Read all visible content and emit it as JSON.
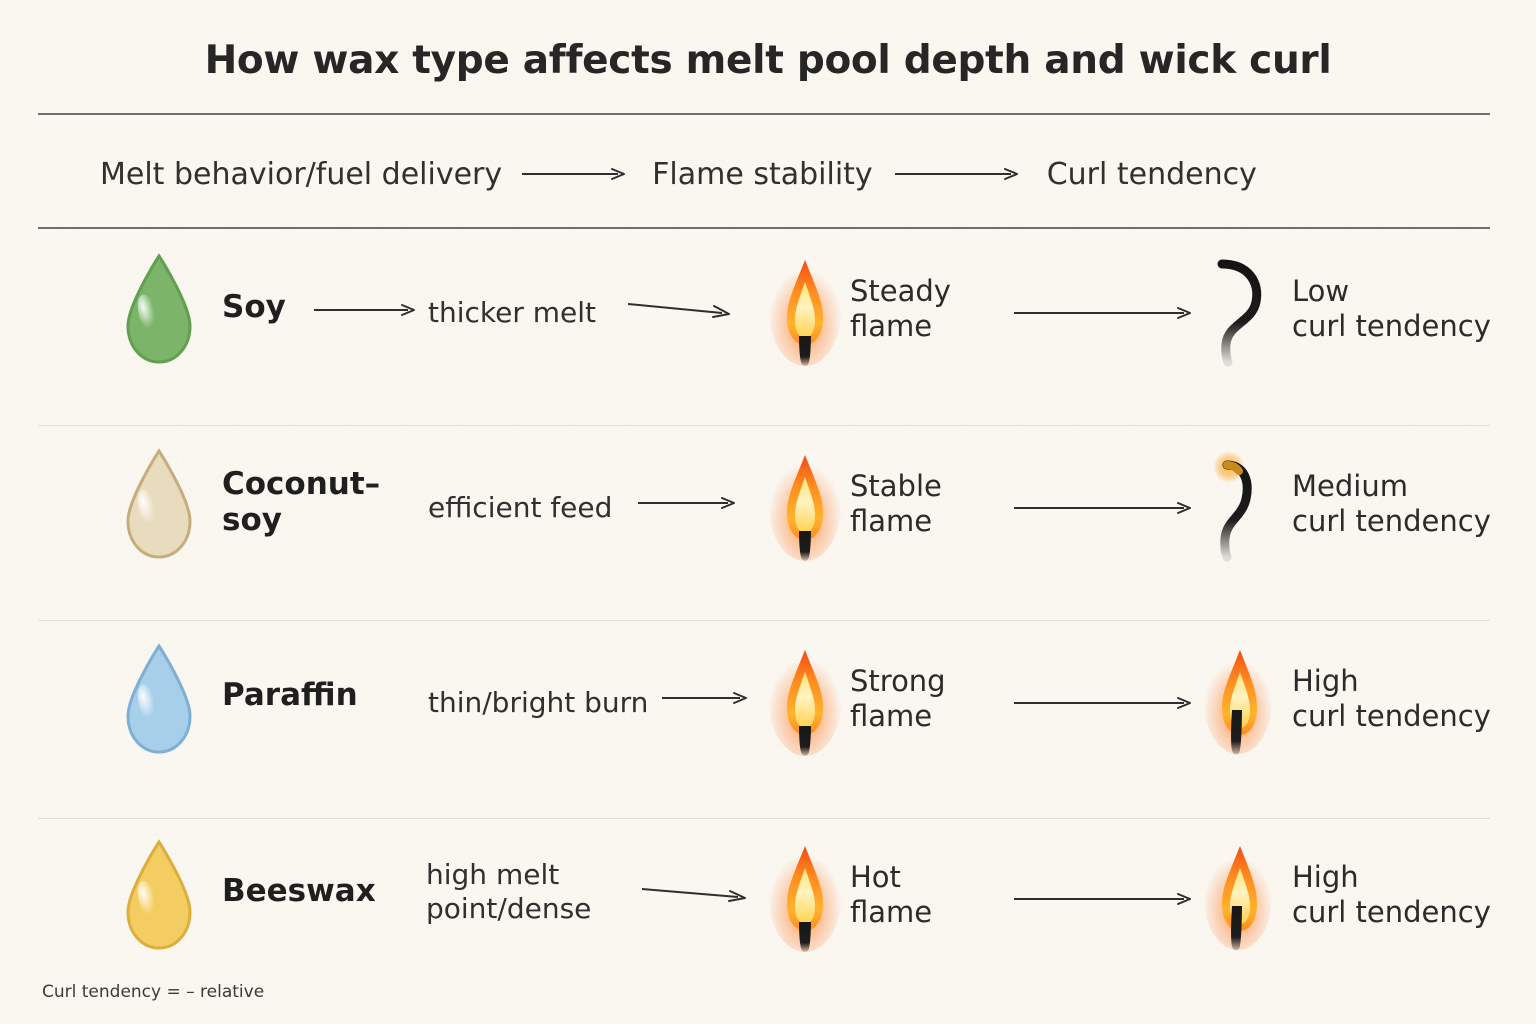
{
  "title": "How wax type affects melt pool depth and wick curl",
  "header": {
    "stage1": "Melt behavior/fuel delivery",
    "stage2": "Flame stability",
    "stage3": "Curl tendency"
  },
  "colors": {
    "background": "#faf7f0",
    "rule": "#6f6f6f",
    "row_divider": "#e3e0d8",
    "text": "#2b2b2b",
    "flame_outer": "#f04e1a",
    "flame_mid": "#ffa720",
    "flame_core": "#fff6c8",
    "wick": "#1a1a1a",
    "drop_soy": "#7cb46a",
    "drop_coconut_soy": "#d9c39a",
    "drop_paraffin": "#8fc1e3",
    "drop_beeswax": "#f0c14b"
  },
  "rows": [
    {
      "wax": "Soy",
      "drop_icon": "droplet-icon",
      "drop_color": "#7cb46a",
      "drop_color_dark": "#61a04f",
      "melt": "thicker melt",
      "flame_icon": "flame-icon",
      "flame": "Steady\nflame",
      "flame_line1": "Steady",
      "flame_line2": "flame",
      "curl_icon": "wick-curl-low-icon",
      "curl_line1": "Low",
      "curl_line2": "curl tendency",
      "curl_level": "Low"
    },
    {
      "wax": "Coconut–\nsoy",
      "wax_line1": "Coconut–",
      "wax_line2": "soy",
      "drop_icon": "droplet-icon",
      "drop_color": "#e3d2ae",
      "drop_color_dark": "#c6ad7d",
      "melt": "efficient feed",
      "flame_icon": "flame-icon",
      "flame_line1": "Stable",
      "flame_line2": "flame",
      "curl_icon": "wick-curl-medium-icon",
      "curl_line1": "Medium",
      "curl_line2": "curl tendency",
      "curl_level": "Medium"
    },
    {
      "wax": "Paraffin",
      "drop_icon": "droplet-icon",
      "drop_color": "#a7cfea",
      "drop_color_dark": "#7eafd4",
      "melt": "thin/bright burn",
      "flame_icon": "flame-icon",
      "flame_line1": "Strong",
      "flame_line2": "flame",
      "curl_icon": "flame-icon",
      "curl_line1": "High",
      "curl_line2": "curl tendency",
      "curl_level": "High"
    },
    {
      "wax": "Beeswax",
      "drop_icon": "droplet-icon",
      "drop_color": "#f4cd62",
      "drop_color_dark": "#dcae3c",
      "melt_line1": "high melt",
      "melt_line2": "point/dense",
      "flame_icon": "flame-icon",
      "flame_line1": "Hot",
      "flame_line2": "flame",
      "curl_icon": "flame-icon",
      "curl_line1": "High",
      "curl_line2": "curl tendency",
      "curl_level": "High"
    }
  ],
  "footnote": "Curl tendency = – relative"
}
